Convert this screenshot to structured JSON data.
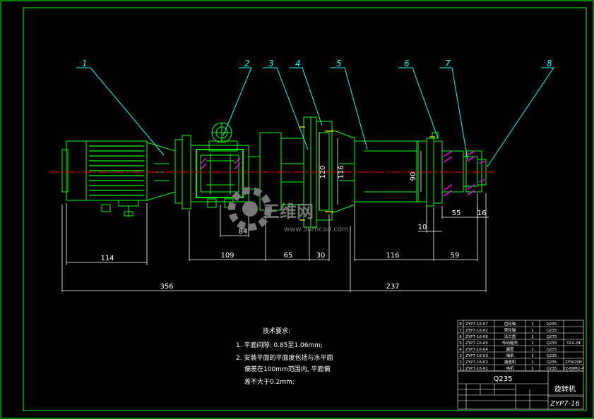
{
  "part_callouts": [
    "1",
    "2",
    "3",
    "4",
    "5",
    "6",
    "7",
    "8"
  ],
  "dimensions": {
    "d114": "114",
    "d84": "84",
    "d109": "109",
    "d65": "65",
    "d30": "30",
    "d116h": "116",
    "d59": "59",
    "d10": "10",
    "d55": "55",
    "d16h": "16",
    "d356": "356",
    "d237": "237",
    "d120": "120",
    "d116v": "116",
    "d90": "90"
  },
  "tech_requirements": {
    "heading": "技术要求:",
    "line1": "1. 平面间隙: 0.85至1.06mm;",
    "line2": "2. 安装平面的平面度包括与水平面",
    "line3": "偏差在100mm范围内, 平面偏",
    "line4": "差不大于0.2mm;"
  },
  "parts_list": [
    {
      "no": "8",
      "code": "ZYP7-16-07",
      "name": "齿轮轴",
      "qty": "1",
      "mat": "Q235",
      "note": ""
    },
    {
      "no": "7",
      "code": "ZYP7-16-02",
      "name": "带轮轴",
      "qty": "1",
      "mat": "Q235",
      "note": ""
    },
    {
      "no": "6",
      "code": "ZYP7-16-06",
      "name": "法兰盘",
      "qty": "1",
      "mat": "Q275",
      "note": ""
    },
    {
      "no": "5",
      "code": "ZYP7-16-05",
      "name": "传动箱壳",
      "qty": "1",
      "mat": "Q235",
      "note": "TZ4-24"
    },
    {
      "no": "4",
      "code": "ZYP7-16-04",
      "name": "端盖",
      "qty": "1",
      "mat": "Q235",
      "note": ""
    },
    {
      "no": "3",
      "code": "ZYP7-16-03",
      "name": "轴承",
      "qty": "1",
      "mat": "Q235",
      "note": ""
    },
    {
      "no": "2",
      "code": "ZYP7-16-02",
      "name": "减速机",
      "qty": "1",
      "mat": "Q235",
      "note": "ZYW20H"
    },
    {
      "no": "1",
      "code": "ZYP7-16-01",
      "name": "电机",
      "qty": "1",
      "mat": "Q235",
      "note": "Y2-80M2-4"
    }
  ],
  "title_block": {
    "material": "Q235",
    "title": "旋转机",
    "drawing_no": "ZYP7-16"
  },
  "watermark": {
    "text": "三维网",
    "url": "www.3dmcad.com"
  },
  "colors": {
    "background": "#000000",
    "frame": "#00ff00",
    "part": "#00ff00",
    "callout": "#00ffff",
    "dimension": "#ffffff",
    "centerline": "#ff0000",
    "hatch": "#ff00ff",
    "yellow": "#ffff00"
  }
}
